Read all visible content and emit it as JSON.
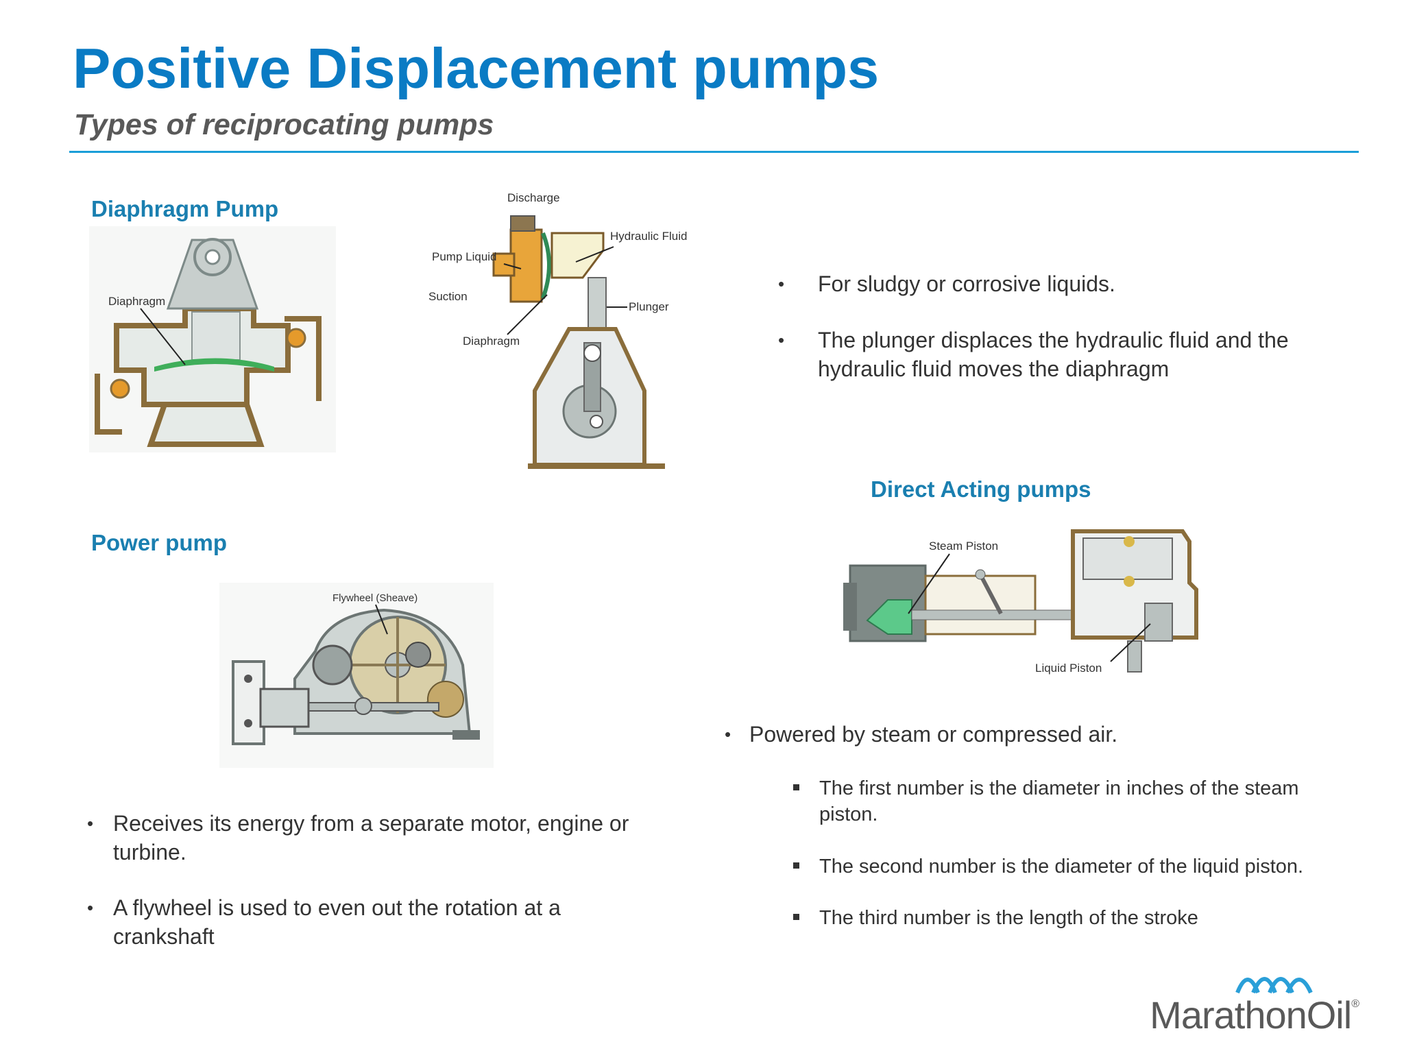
{
  "header": {
    "title": "Positive Displacement pumps",
    "subtitle": "Types of reciprocating pumps"
  },
  "diaphragm_section": {
    "heading": "Diaphragm Pump",
    "diagram1_labels": {
      "diaphragm": "Diaphragm"
    },
    "diagram2_labels": {
      "discharge": "Discharge",
      "hydraulic_fluid": "Hydraulic Fluid",
      "pump_liquid": "Pump Liquid",
      "suction": "Suction",
      "plunger": "Plunger",
      "diaphragm": "Diaphragm"
    },
    "bullets": [
      "For sludgy or corrosive liquids.",
      "The plunger displaces the hydraulic fluid and the hydraulic fluid moves the diaphragm"
    ]
  },
  "power_section": {
    "heading": "Power pump",
    "diagram_labels": {
      "flywheel": "Flywheel (Sheave)"
    },
    "bullets": [
      "Receives its energy from a separate motor, engine or turbine.",
      "A flywheel is used to even out the rotation at a crankshaft"
    ]
  },
  "direct_section": {
    "heading": "Direct Acting pumps",
    "diagram_labels": {
      "steam_piston": "Steam Piston",
      "liquid_piston": "Liquid Piston"
    },
    "bullet": "Powered by steam or compressed air.",
    "sub_bullets": [
      "The first number is the diameter in inches of the steam piston.",
      "The second number is the diameter of the liquid piston.",
      "The third number is the length of the stroke"
    ]
  },
  "logo": {
    "text": "MarathonOil",
    "reg": "®"
  },
  "colors": {
    "title": "#0a7bc4",
    "heading": "#1a7fb0",
    "rule": "#1a9ed8",
    "logo_blue": "#2a9fd8",
    "logo_gray": "#595959"
  }
}
